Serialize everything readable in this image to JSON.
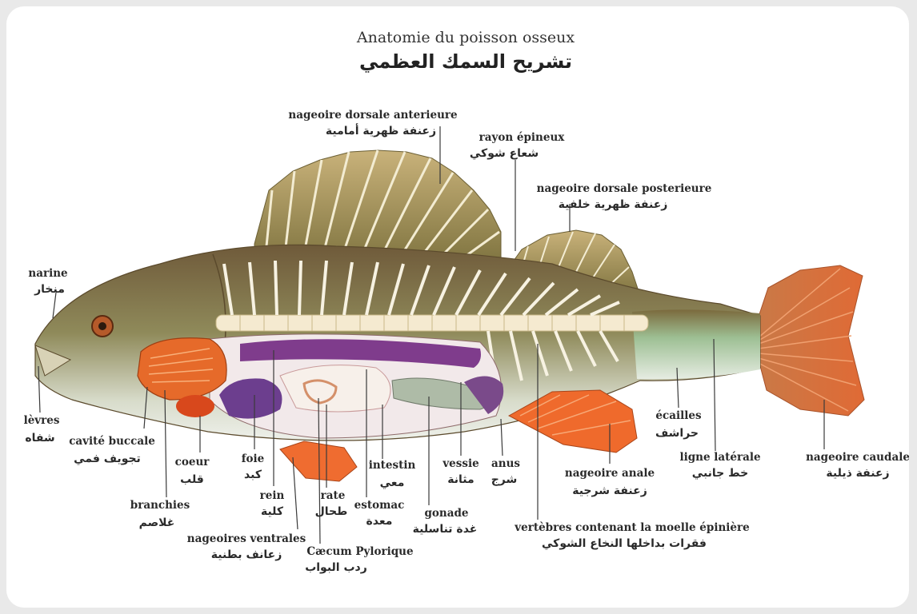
{
  "title": {
    "french": "Anatomie du poisson osseux",
    "arabic": "تشريح السمك العظمي"
  },
  "labels": {
    "dorsal_anterior": {
      "fr": "nageoire dorsale anterieure",
      "ar": "زعنفة ظهرية أمامية"
    },
    "spiny_ray": {
      "fr": "rayon épineux",
      "ar": "شعاع شوكي"
    },
    "dorsal_posterior": {
      "fr": "nageoire dorsale posterieure",
      "ar": "زعنفة ظهرية خلفية"
    },
    "nostril": {
      "fr": "narine",
      "ar": "منخار"
    },
    "lips": {
      "fr": "lèvres",
      "ar": "شفاه"
    },
    "buccal_cavity": {
      "fr": "cavité buccale",
      "ar": "تجويف فمي"
    },
    "heart": {
      "fr": "coeur",
      "ar": "قلب"
    },
    "liver": {
      "fr": "foie",
      "ar": "كبد"
    },
    "kidney": {
      "fr": "rein",
      "ar": "كلية"
    },
    "gills": {
      "fr": "branchies",
      "ar": "غلاصم"
    },
    "ventral_fins": {
      "fr": "nageoires ventrales",
      "ar": "زعانف بطنية"
    },
    "spleen": {
      "fr": "rate",
      "ar": "طحال"
    },
    "pyloric_caecum": {
      "fr": "Cæcum Pylorique",
      "ar": "ردب البواب"
    },
    "stomach": {
      "fr": "estomac",
      "ar": "معدة"
    },
    "intestine": {
      "fr": "intestin",
      "ar": "معي"
    },
    "gonad": {
      "fr": "gonade",
      "ar": "غدة تناسلية"
    },
    "bladder": {
      "fr": "vessie",
      "ar": "مثانة"
    },
    "anus": {
      "fr": "anus",
      "ar": "شرج"
    },
    "anal_fin": {
      "fr": "nageoire anale",
      "ar": "زعنفة شرجية"
    },
    "vertebrae": {
      "fr": "vertèbres contenant la moelle épinière",
      "ar": "فقرات بداخلها النخاع الشوكي"
    },
    "scales": {
      "fr": "écailles",
      "ar": "حراشف"
    },
    "lateral_line": {
      "fr": "ligne latérale",
      "ar": "خط جانبي"
    },
    "caudal_fin": {
      "fr": "nageoire caudale",
      "ar": "زعنفة ذيلية"
    }
  }
}
